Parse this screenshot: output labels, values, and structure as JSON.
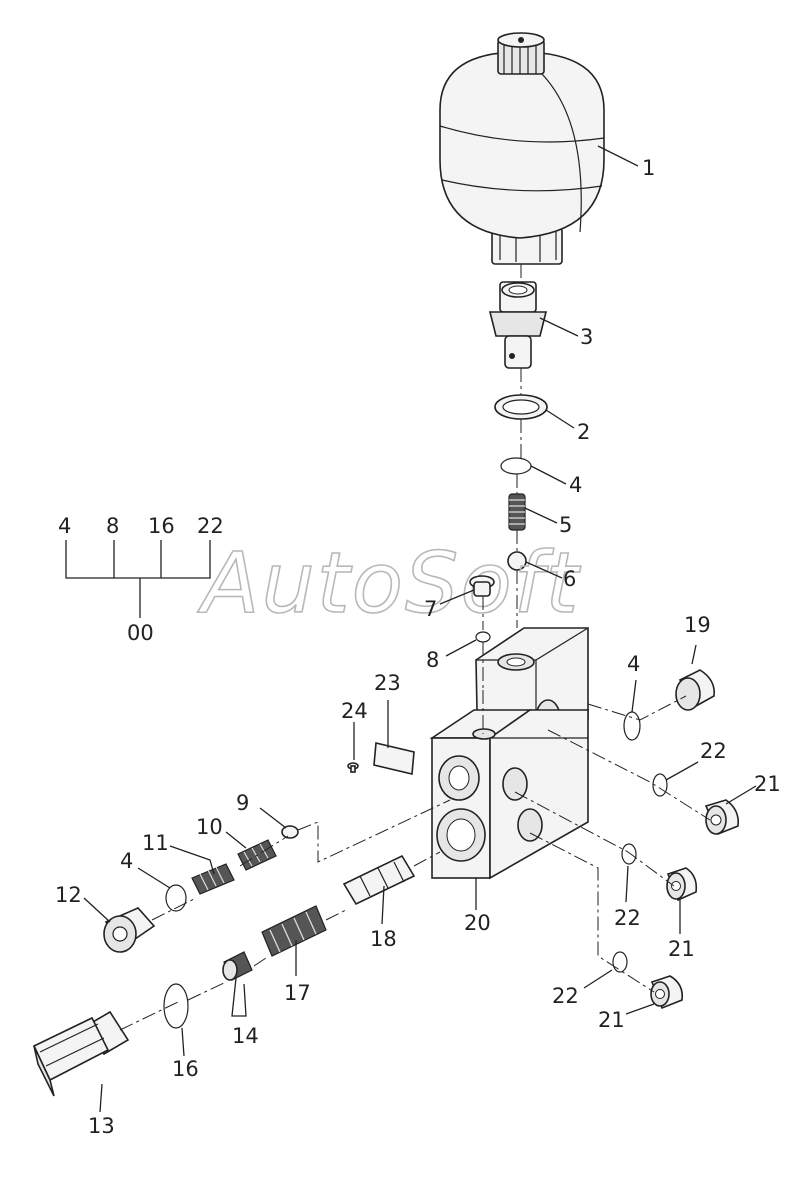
{
  "watermark": "AutoSoft",
  "assembly_code": "00",
  "kit_items": [
    "4",
    "8",
    "16",
    "22"
  ],
  "callouts": {
    "c1": "1",
    "c2": "2",
    "c3": "3",
    "c4a": "4",
    "c5": "5",
    "c6": "6",
    "c7": "7",
    "c8": "8",
    "c9": "9",
    "c10": "10",
    "c11": "11",
    "c4b": "4",
    "c12": "12",
    "c13": "13",
    "c14": "14",
    "c16": "16",
    "c17": "17",
    "c18": "18",
    "c4c": "4",
    "c19": "19",
    "c20": "20",
    "c21a": "21",
    "c21b": "21",
    "c21c": "21",
    "c22a": "22",
    "c22b": "22",
    "c22c": "22",
    "c23": "23",
    "c24": "24"
  },
  "colors": {
    "line": "#222222",
    "fill": "#f4f4f4",
    "watermark": "#b8b8b8"
  }
}
